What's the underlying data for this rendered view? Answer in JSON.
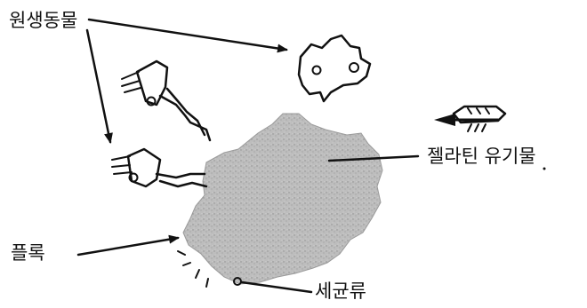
{
  "labels": {
    "protozoa": "원생동물",
    "gelatin": "젤라틴 유기물",
    "floc": "플록",
    "bacteria": "세균류"
  },
  "colors": {
    "ink": "#111111",
    "floc_fill": "#b9b9b9"
  }
}
